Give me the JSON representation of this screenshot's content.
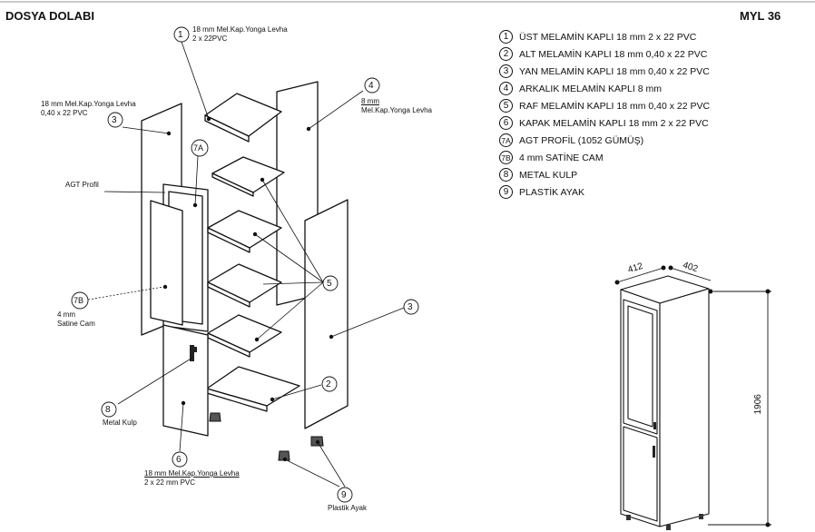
{
  "header": {
    "title": "DOSYA DOLABI",
    "model": "MYL 36"
  },
  "legend": [
    {
      "num": "1",
      "text": "ÜST MELAMİN KAPLI 18 mm 2 x 22 PVC"
    },
    {
      "num": "2",
      "text": "ALT MELAMİN KAPLI 18 mm  0,40 x 22 PVC"
    },
    {
      "num": "3",
      "text": "YAN MELAMİN KAPLI 18 mm  0,40 x 22 PVC"
    },
    {
      "num": "4",
      "text": "ARKALIK MELAMİN KAPLI 8 mm"
    },
    {
      "num": "5",
      "text": "RAF MELAMİN KAPLI 18 mm  0,40 x 22 PVC"
    },
    {
      "num": "6",
      "text": "KAPAK MELAMİN KAPLI 18 mm  2 x 22 PVC"
    },
    {
      "num": "7A",
      "text": "AGT PROFİL (1052 GÜMÜŞ)"
    },
    {
      "num": "7B",
      "text": "4 mm SATİNE CAM"
    },
    {
      "num": "8",
      "text": "METAL KULP"
    },
    {
      "num": "9",
      "text": "PLASTİK AYAK"
    }
  ],
  "callouts": {
    "c1": {
      "num": "1",
      "line1": "18 mm Mel.Kap.Yonga Levha",
      "line2": "2 x 22PVC"
    },
    "c3a": {
      "num": "3",
      "line1": "18 mm Mel.Kap.Yonga Levha",
      "line2": "0,40 x 22 PVC"
    },
    "c4": {
      "num": "4",
      "line1": "8 mm",
      "line2": "Mel.Kap.Yonga Levha"
    },
    "c7a": {
      "num": "7A"
    },
    "agt": {
      "label": "AGT Profil"
    },
    "c7b": {
      "num": "7B",
      "line1": "4 mm",
      "line2": "Satine Cam"
    },
    "c5": {
      "num": "5"
    },
    "c3b": {
      "num": "3"
    },
    "c2": {
      "num": "2"
    },
    "c8": {
      "num": "8",
      "line1": "Metal Kulp"
    },
    "c6": {
      "num": "6",
      "line1": "18 mm Mel.Kap.Yonga Levha",
      "line2": "2 x 22 mm PVC"
    },
    "c9": {
      "num": "9",
      "line1": "Plastik Ayak"
    }
  },
  "dimensions": {
    "width": "412",
    "depth": "402",
    "height": "1906"
  }
}
